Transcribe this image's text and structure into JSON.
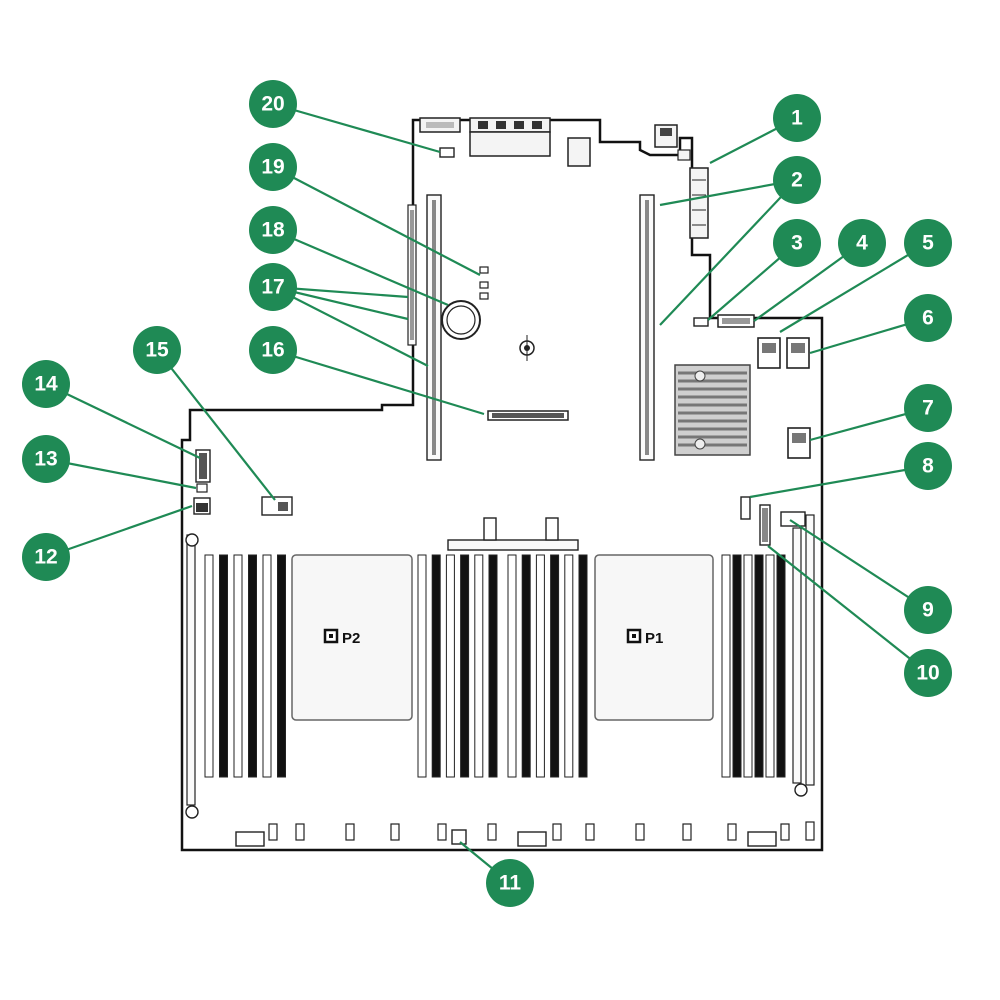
{
  "colors": {
    "callout": "#1f8a55",
    "leader": "#1f8a55",
    "board_outline": "#111111",
    "dimm_black": "#111111",
    "component_fill": "#f7f7f7"
  },
  "processors": [
    {
      "label": "P2",
      "icon": "cpu-chip-icon"
    },
    {
      "label": "P1",
      "icon": "cpu-chip-icon"
    }
  ],
  "callouts": [
    "1",
    "2",
    "3",
    "4",
    "5",
    "6",
    "7",
    "8",
    "9",
    "10",
    "11",
    "12",
    "13",
    "14",
    "15",
    "16",
    "17",
    "18",
    "19",
    "20"
  ]
}
